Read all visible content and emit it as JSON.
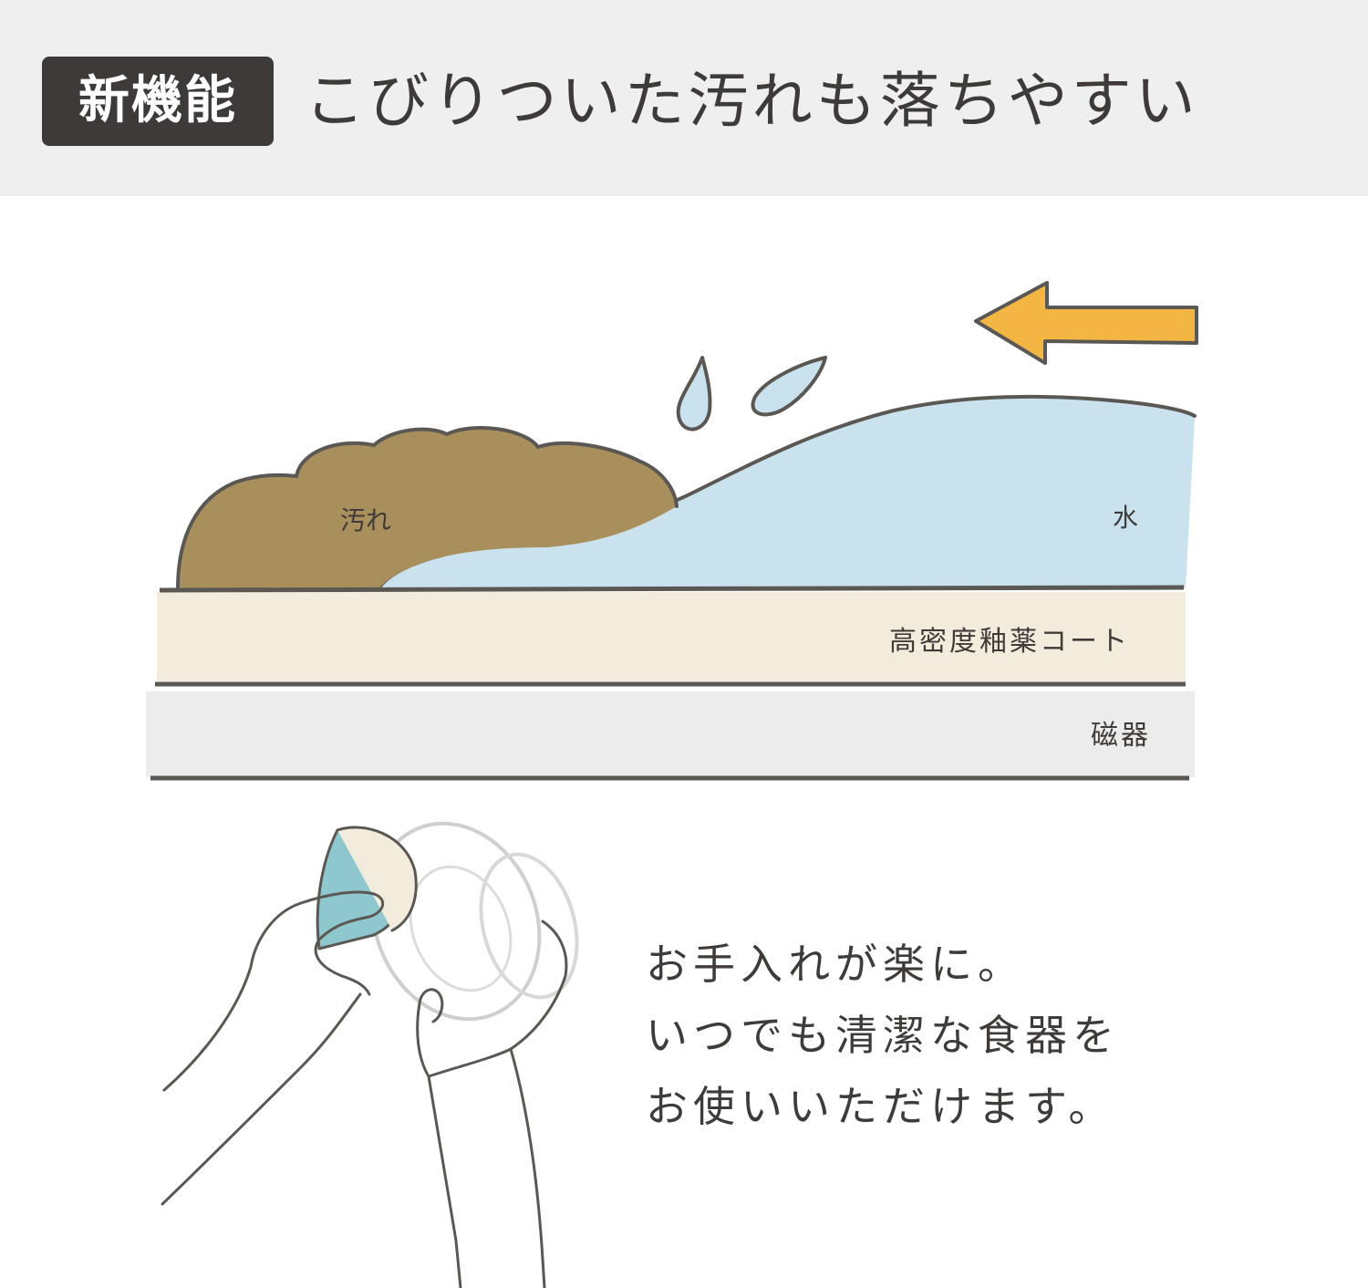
{
  "header": {
    "badge": "新機能",
    "title": "こびりついた汚れも落ちやすい"
  },
  "diagram": {
    "labels": {
      "dirt": "汚れ",
      "water": "水",
      "glaze": "高密度釉薬コート",
      "porcelain": "磁器"
    },
    "colors": {
      "dirt": "#a98f5c",
      "water": "#c9e2ee",
      "glaze": "#f3ecdc",
      "porcelain": "#ececec",
      "arrow": "#f4b642",
      "line": "#5b5854"
    },
    "arrow_direction": "left"
  },
  "caption": {
    "lines": [
      "お手入れが楽に。",
      "いつでも清潔な食器を",
      "お使いいただけます。"
    ]
  }
}
